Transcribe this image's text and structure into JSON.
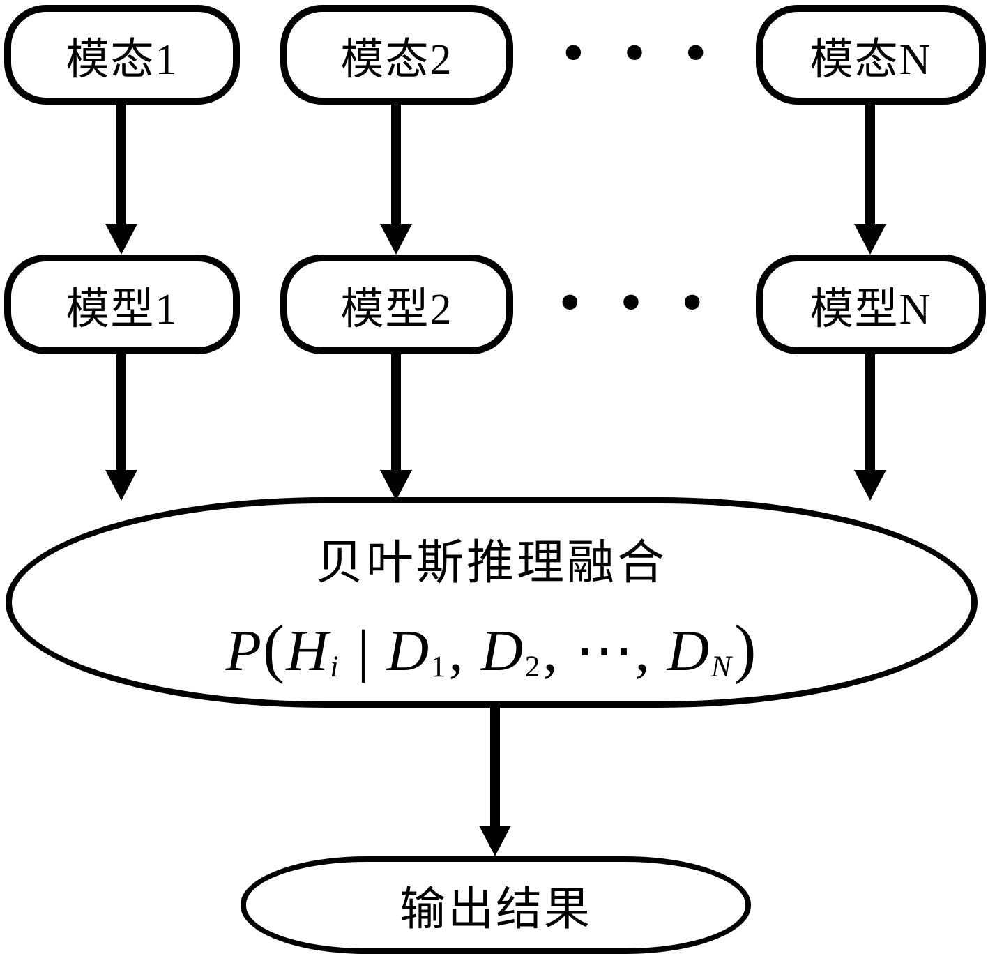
{
  "diagram": {
    "title_semantic": "Bayesian inference fusion flowchart",
    "colors": {
      "stroke": "#000000",
      "background": "#ffffff"
    },
    "modalities": [
      {
        "label": "模态1"
      },
      {
        "label": "模态2"
      },
      {
        "label": "模态N"
      }
    ],
    "modality_ellipsis": "•••",
    "models": [
      {
        "label": "模型1"
      },
      {
        "label": "模型2"
      },
      {
        "label": "模型N"
      }
    ],
    "model_ellipsis": "•••",
    "fusion": {
      "title": "贝叶斯推理融合",
      "formula_plain": "P(H_i | D_1, D_2, ⋯, D_N)",
      "formula_segments": [
        {
          "text": "P"
        },
        {
          "text": "("
        },
        {
          "text": "H"
        },
        {
          "sub": "i"
        },
        {
          "text": " | "
        },
        {
          "text": "D"
        },
        {
          "sub": "1"
        },
        {
          "text": ", "
        },
        {
          "text": "D"
        },
        {
          "sub": "2"
        },
        {
          "text": ", "
        },
        {
          "text": "⋯"
        },
        {
          "text": ", "
        },
        {
          "text": "D"
        },
        {
          "sub": "N"
        },
        {
          "text": ")"
        }
      ]
    },
    "output": {
      "label": "输出结果"
    }
  }
}
